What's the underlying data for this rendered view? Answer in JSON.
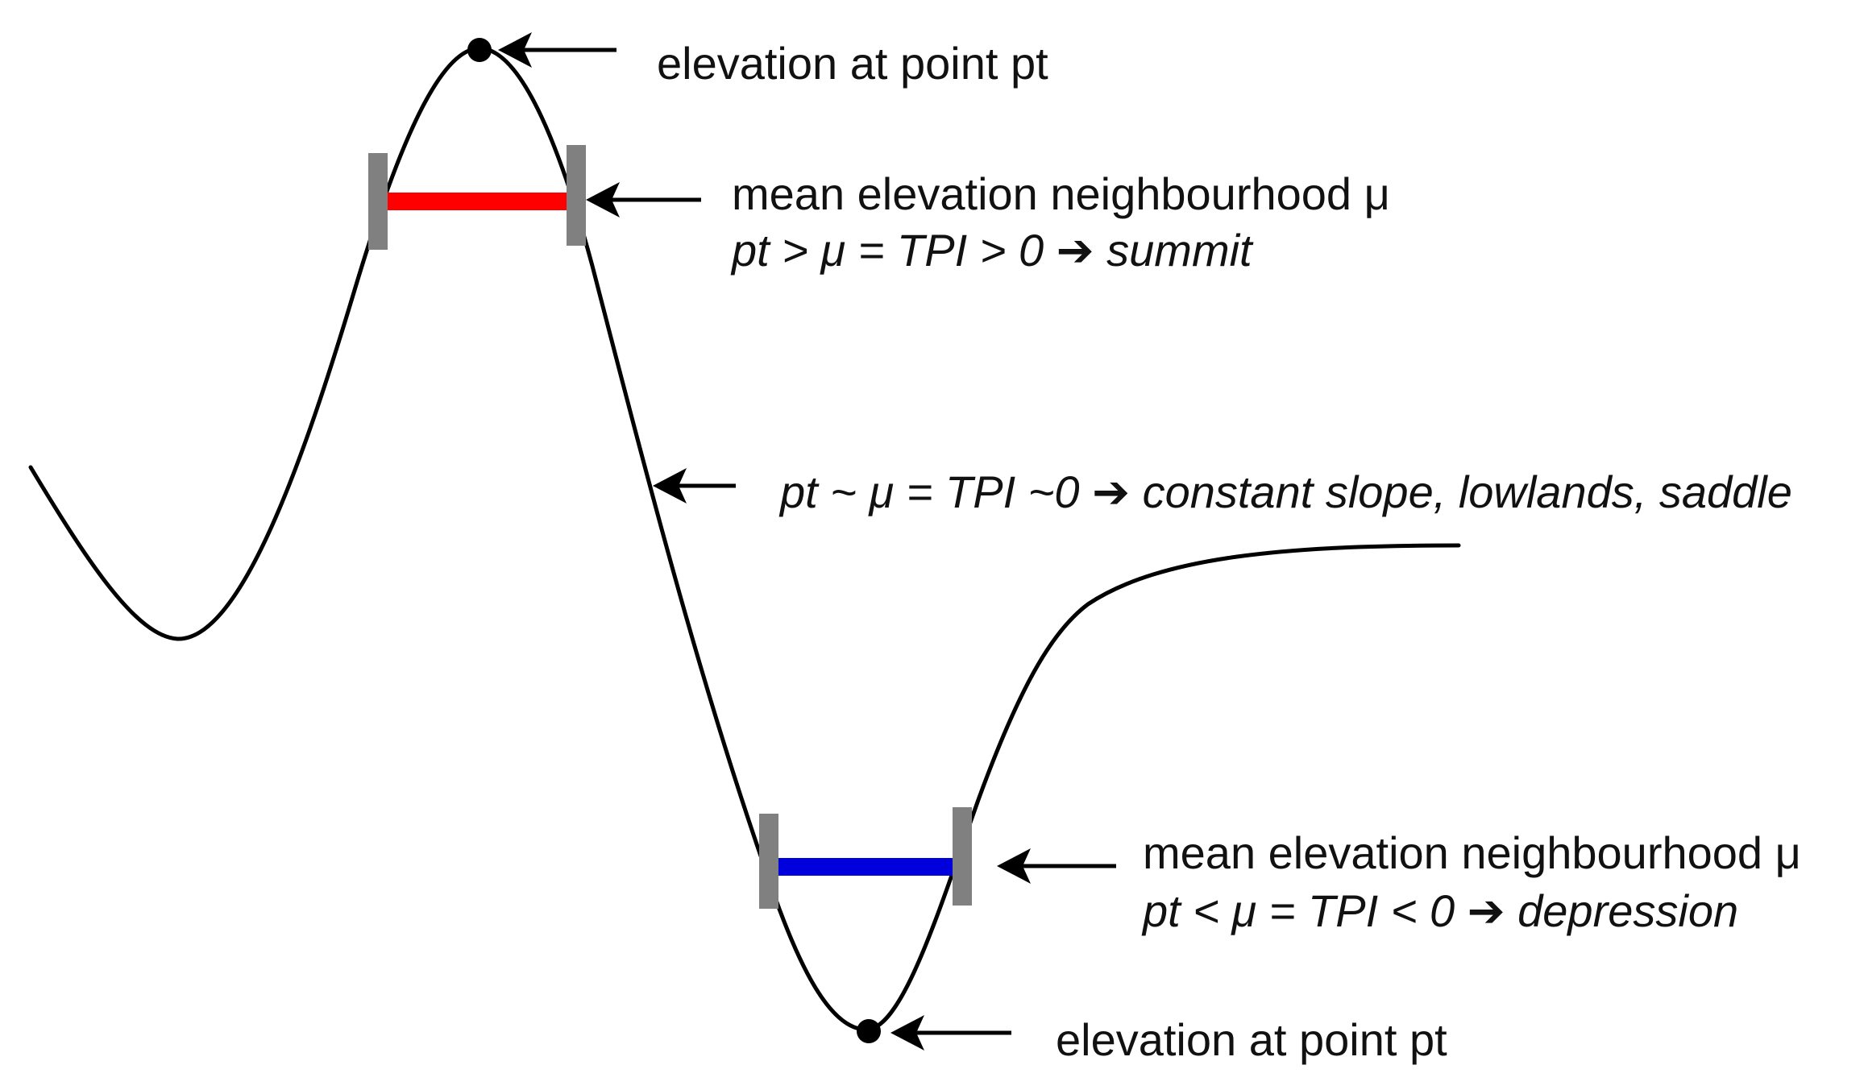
{
  "annotations": {
    "summit_point": {
      "label": "elevation at point pt"
    },
    "summit_mean": {
      "line1": "mean  elevation neighbourhood μ",
      "line2": "pt > μ = TPI > 0 ➔ summit"
    },
    "slope": {
      "line1": "pt ~ μ = TPI ~0 ➔ constant slope, lowlands,  saddle"
    },
    "depression_mean": {
      "line1": "mean elevation neighbourhood μ",
      "line2": "pt < μ = TPI < 0 ➔ depression"
    },
    "depression_point": {
      "label": "elevation at point pt"
    }
  },
  "colors": {
    "curve": "#000000",
    "summit_neighbourhood_bar": "#ff0000",
    "depression_neighbourhood_bar": "#0000dd",
    "neighbourhood_bounds": "#808080",
    "arrows": "#000000",
    "background": "#ffffff"
  }
}
